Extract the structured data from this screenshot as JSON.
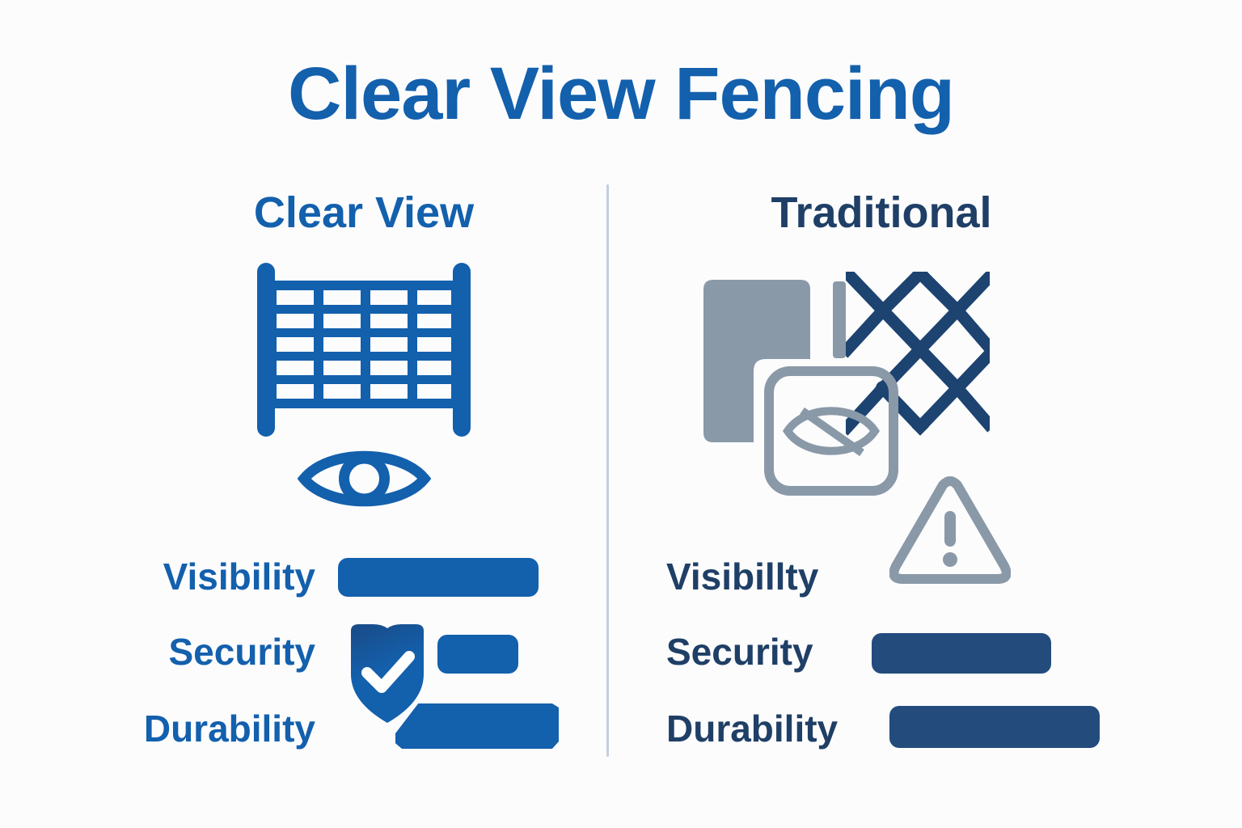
{
  "page": {
    "title": "Clear View Fencing",
    "background_color": "#fcfcfd"
  },
  "colors": {
    "clear_view_blue": "#1360ad",
    "traditional_navy": "#234c7c",
    "traditional_text": "#1f3f66",
    "grey_muted": "#8a99a8",
    "divider": "#c3d0dd"
  },
  "columns": {
    "left": {
      "header": "Clear View",
      "icons": [
        "fence-mesh-panel-icon",
        "eye-open-icon",
        "shield-check-icon"
      ],
      "metrics": [
        {
          "label": "Visibility",
          "bar": "full"
        },
        {
          "label": "Security",
          "bar": "short"
        },
        {
          "label": "Durability",
          "bar": "angled"
        }
      ]
    },
    "right": {
      "header": "Traditional",
      "icons": [
        "solid-block-icon",
        "chain-link-mesh-icon",
        "eye-slash-blocked-icon",
        "warning-triangle-icon"
      ],
      "metrics": [
        {
          "label": "Visibillty",
          "bar": "none"
        },
        {
          "label": "Security",
          "bar": "medium"
        },
        {
          "label": "Durability",
          "bar": "medium-wide"
        }
      ]
    }
  },
  "chart_data": {
    "type": "bar",
    "title": "Clear View Fencing",
    "orientation": "horizontal",
    "categories": [
      "Visibility",
      "Security",
      "Durability"
    ],
    "series": [
      {
        "name": "Clear View",
        "values": [
          100,
          40,
          80
        ],
        "color": "#1360ad"
      },
      {
        "name": "Traditional",
        "values": [
          0,
          90,
          105
        ],
        "color": "#234c7c"
      }
    ],
    "xlabel": "",
    "ylabel": "",
    "legend": "column headers",
    "grid": false,
    "note": "Bar lengths are relative rating widths read from pixel extents; Traditional visibility has no bar (replaced by warning icon)."
  }
}
